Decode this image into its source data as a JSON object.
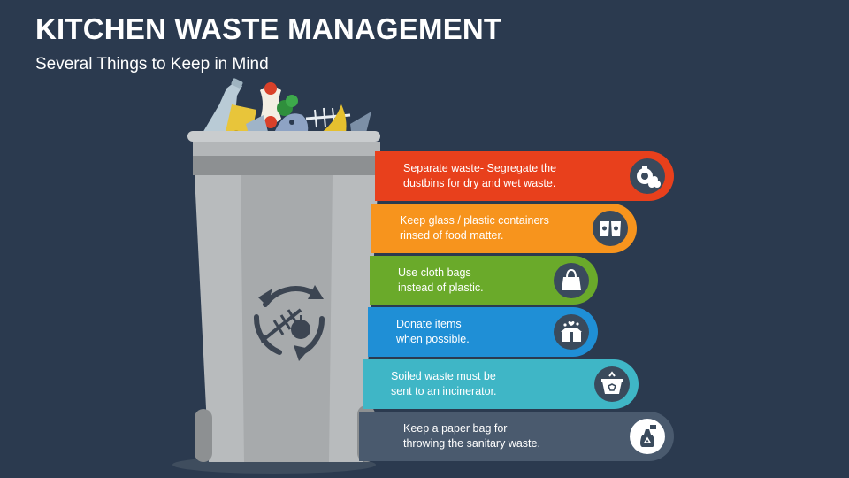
{
  "header": {
    "title": "KITCHEN WASTE MANAGEMENT",
    "subtitle": "Several Things to Keep in Mind"
  },
  "items": [
    {
      "line1": "Separate waste- Segregate the",
      "line2": "dustbins for dry and wet waste.",
      "color": "#e8401c",
      "icon": "sack-icon"
    },
    {
      "line1": "Keep glass / plastic containers",
      "line2": "rinsed of food matter.",
      "color": "#f7941d",
      "icon": "cups-icon"
    },
    {
      "line1": "Use cloth bags",
      "line2": "instead of plastic.",
      "color": "#6aaa2a",
      "icon": "shopping-bag-icon"
    },
    {
      "line1": "Donate items",
      "line2": "when possible.",
      "color": "#1f8fd6",
      "icon": "donation-box-icon"
    },
    {
      "line1": "Soiled waste must be",
      "line2": "sent to an incinerator.",
      "color": "#3fb6c6",
      "icon": "recycle-bin-icon"
    },
    {
      "line1": "Keep a paper bag for",
      "line2": "throwing the sanitary waste.",
      "color": "#4a5a6e",
      "icon": "recycle-bag-icon"
    }
  ]
}
